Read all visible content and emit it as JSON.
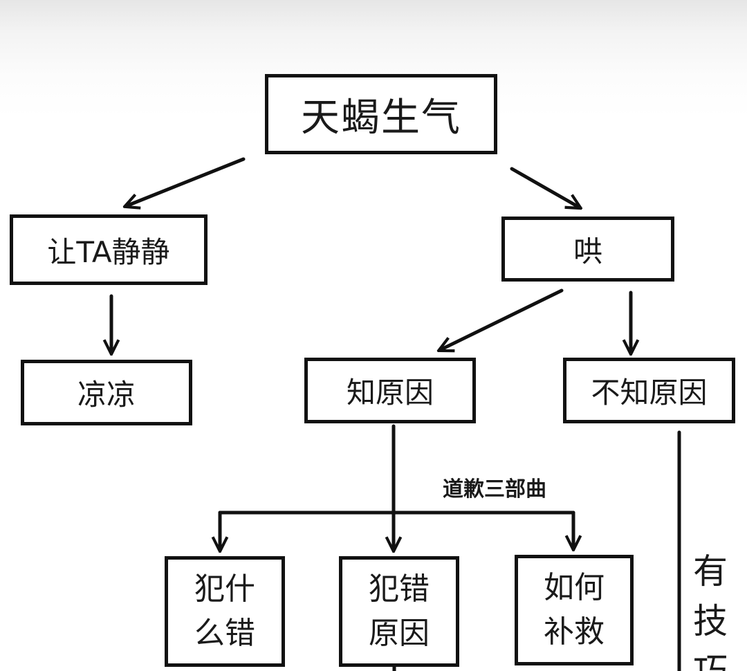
{
  "nodes": {
    "root": "天蝎生气",
    "quiet": "让TA静静",
    "coax": "哄",
    "cold": "凉凉",
    "know_reason": "知原因",
    "dont_know_reason": "不知原因",
    "what_wrong": "犯什\n么错",
    "wrong_reason": "犯错\n原因",
    "how_to_fix": "如何\n补救"
  },
  "labels": {
    "apology_trilogy": "道歉三部曲",
    "side_text": "有\n技\n巧"
  }
}
